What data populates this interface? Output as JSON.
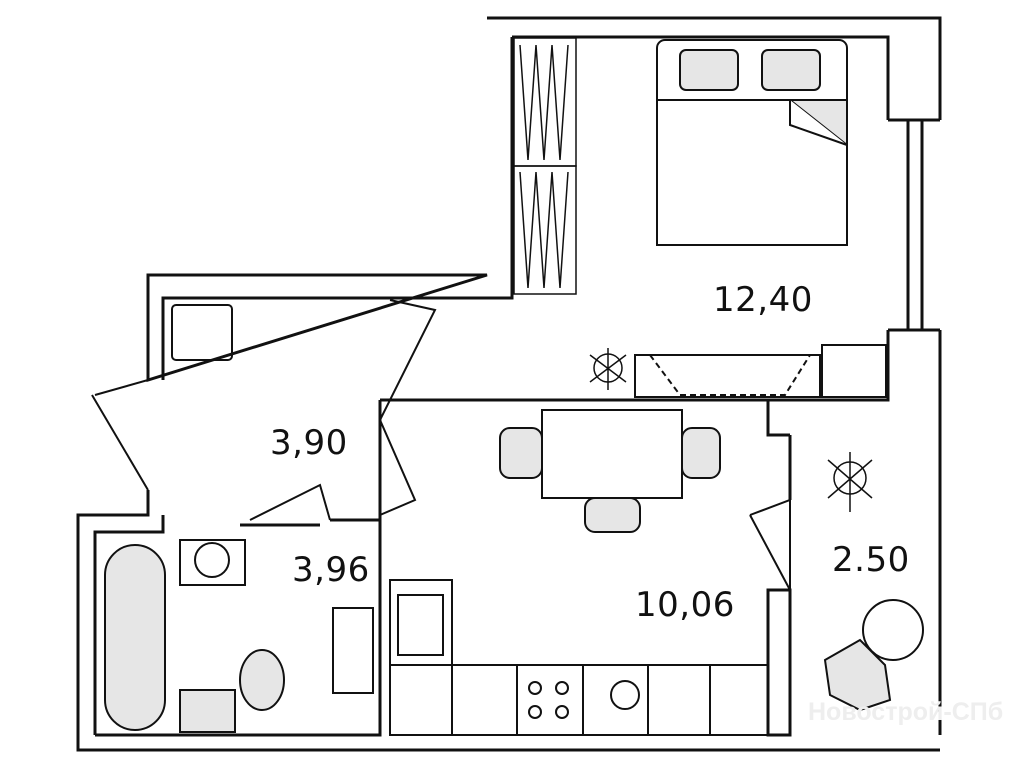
{
  "rooms": [
    {
      "name": "bedroom",
      "area": "12,40"
    },
    {
      "name": "hallway",
      "area": "3,90"
    },
    {
      "name": "bathroom",
      "area": "3,96"
    },
    {
      "name": "kitchen",
      "area": "10,06"
    },
    {
      "name": "balcony",
      "area": "2.50"
    }
  ],
  "watermark": "Новострой-СПб",
  "colors": {
    "wall": "#111111",
    "furniture_fill": "#e6e6e6"
  }
}
